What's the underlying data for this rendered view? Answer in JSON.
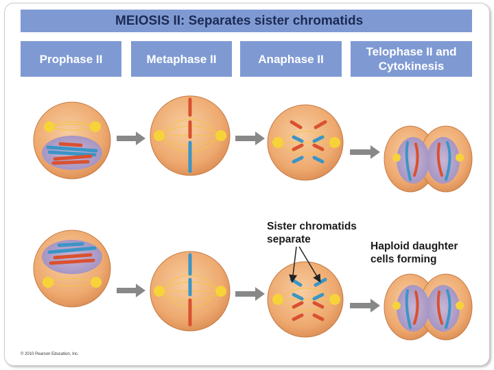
{
  "title": {
    "text": "MEIOSIS II: Separates sister chromatids"
  },
  "phases": [
    {
      "label": "Prophase II"
    },
    {
      "label": "Metaphase II"
    },
    {
      "label": "Anaphase II"
    },
    {
      "label": "Telophase II and Cytokinesis"
    }
  ],
  "annotations": {
    "sister_chromatids": "Sister chromatids separate",
    "haploid_cells": "Haploid daughter cells forming"
  },
  "copyright": "© 2010 Pearson Education, Inc.",
  "colors": {
    "header": "#7f9ad3",
    "cell": "#f0b27a",
    "maternal": "#d9512f",
    "paternal": "#3a95c6",
    "spindle": "#f2c544",
    "arrow": "#888888"
  }
}
